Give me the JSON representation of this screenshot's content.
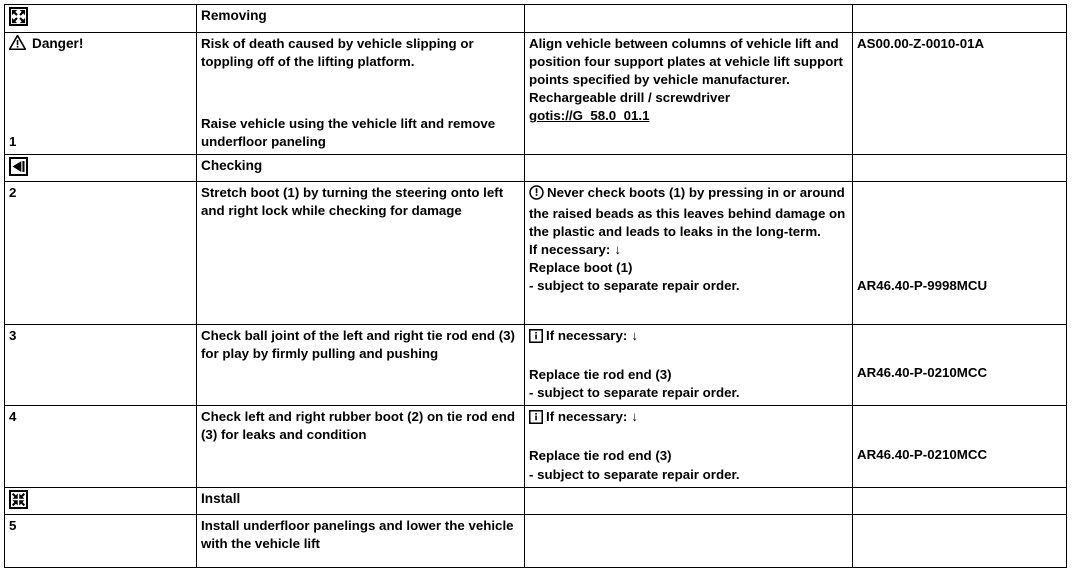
{
  "document": {
    "type": "service-procedure-table",
    "columns": [
      "step",
      "task",
      "note",
      "reference"
    ]
  },
  "icons": {
    "remove": "four-arrows-outward-icon",
    "checking": "left-triangle-inspect-icon",
    "install": "four-arrows-inward-icon",
    "danger": "warning-triangle-icon",
    "caution": "circled-exclamation-icon",
    "info": "boxed-info-i-icon"
  },
  "rows": {
    "removing_header": {
      "title": "Removing"
    },
    "danger": {
      "label": "Danger!",
      "step": "1",
      "task_warning": "Risk of death  caused by vehicle slipping or toppling off of the lifting platform.",
      "task_action": "Raise vehicle using the vehicle lift and remove underfloor paneling",
      "note_main": "Align vehicle between columns of vehicle lift and position four support plates  at vehicle lift support points specified by vehicle manufacturer.",
      "note_tool": "Rechargeable drill / screwdriver",
      "note_link": "gotis://G_58.0_01.1",
      "reference": "AS00.00-Z-0010-01A"
    },
    "checking_header": {
      "title": "Checking"
    },
    "step2": {
      "step": "2",
      "task": "Stretch boot (1) by turning the steering onto left and right lock while checking for damage",
      "note_caution": "Never check boots (1) by pressing in or around the raised beads as this leaves behind damage on the plastic and leads to leaks in the long-term.",
      "note_if": "If necessary:",
      "note_arrow": "↓",
      "note_replace": "Replace boot (1)",
      "note_subject": "- subject to separate repair order.",
      "reference": "AR46.40-P-9998MCU"
    },
    "step3": {
      "step": "3",
      "task": "Check ball joint of the left and right tie rod end (3) for play by firmly pulling and pushing",
      "note_if": "If necessary:",
      "note_arrow": "↓",
      "note_replace": "Replace tie rod end (3)",
      "note_subject": "- subject to separate repair order.",
      "reference": "AR46.40-P-0210MCC"
    },
    "step4": {
      "step": "4",
      "task": "Check left and right rubber boot (2) on tie rod end (3) for leaks and condition",
      "note_if": "If necessary:",
      "note_arrow": "↓",
      "note_replace": "Replace tie rod end (3)",
      "note_subject": "- subject to separate repair order.",
      "reference": "AR46.40-P-0210MCC"
    },
    "install_header": {
      "title": "Install"
    },
    "step5": {
      "step": "5",
      "task": "Install underfloor panelings and lower the vehicle with the vehicle lift"
    }
  },
  "colors": {
    "border": "#000000",
    "text": "#000000",
    "background": "#ffffff"
  }
}
